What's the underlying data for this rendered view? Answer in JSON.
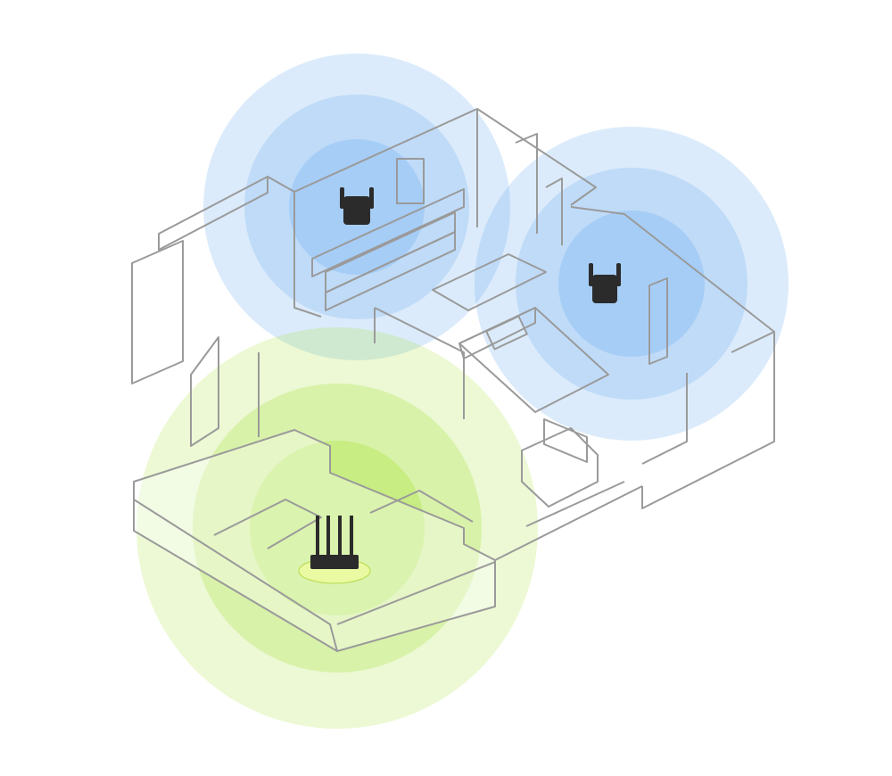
{
  "colors": {
    "background": "#ffffff",
    "extender_coverage": "#5aa5ef",
    "router_coverage": "#9ee02a",
    "walls": "#9a9a9a",
    "device": "#2b2b2b"
  },
  "devices": [
    {
      "type": "wifi-extender",
      "icon": "extender-icon",
      "room": "upper-left"
    },
    {
      "type": "wifi-extender",
      "icon": "extender-icon",
      "room": "bedroom"
    },
    {
      "type": "wifi-router",
      "icon": "router-icon",
      "room": "lower-left"
    }
  ]
}
